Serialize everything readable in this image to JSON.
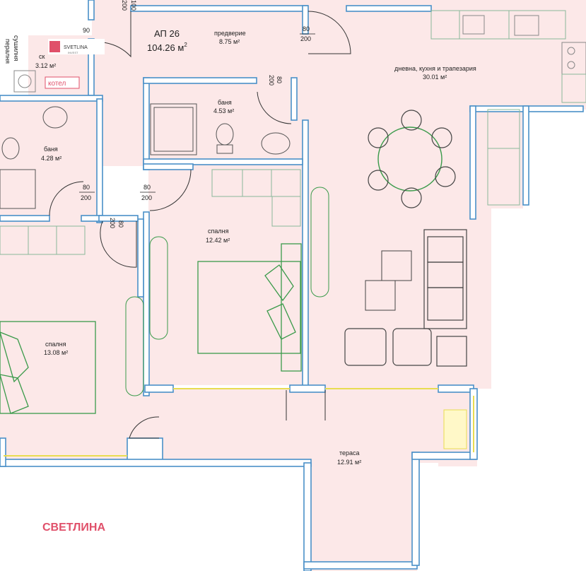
{
  "apartment": {
    "title": "АП 26",
    "area": "104.26 м",
    "area_sup": "2"
  },
  "rooms": {
    "hall": {
      "name": "предверие",
      "area": "8.75 м²"
    },
    "living": {
      "name": "дневна, кухня и трапезария",
      "area": "30.01 м²"
    },
    "bath1": {
      "name": "баня",
      "area": "4.53 м²"
    },
    "bath2": {
      "name": "баня",
      "area": "4.28 м²"
    },
    "storage": {
      "name": "ск",
      "area": "3.12 м²"
    },
    "bedroom1": {
      "name": "спалня",
      "area": "12.42 м²"
    },
    "bedroom2": {
      "name": "спалня",
      "area": "13.08 м²"
    },
    "terrace": {
      "name": "тераса",
      "area": "12.91 м²"
    }
  },
  "doors": {
    "d1": {
      "w": "90",
      "h": ""
    },
    "d2": {
      "w": "80",
      "h": "200"
    },
    "d3": {
      "w": "80",
      "h": "200"
    },
    "d4": {
      "w": "80",
      "h": "200"
    },
    "d5": {
      "w": "80",
      "h": "200"
    },
    "d6": {
      "w": "80",
      "h": "200"
    },
    "d7": {
      "w": "100",
      "h": "200"
    }
  },
  "labels": {
    "sushilnya": "сушилня",
    "peralnya": "пералня",
    "kotel": "котел"
  },
  "logo": {
    "text": "SVETLINA",
    "sub": "INVEST"
  },
  "brand": {
    "text": "СВЕТЛИНА",
    "color": "#e0506a"
  },
  "colors": {
    "floor": "#fce8e8",
    "wall": "#4a90c8",
    "wall_fill": "#ffffff",
    "furniture": "#8ab89a",
    "window": "#f0e86a",
    "accent": "#e0506a"
  }
}
